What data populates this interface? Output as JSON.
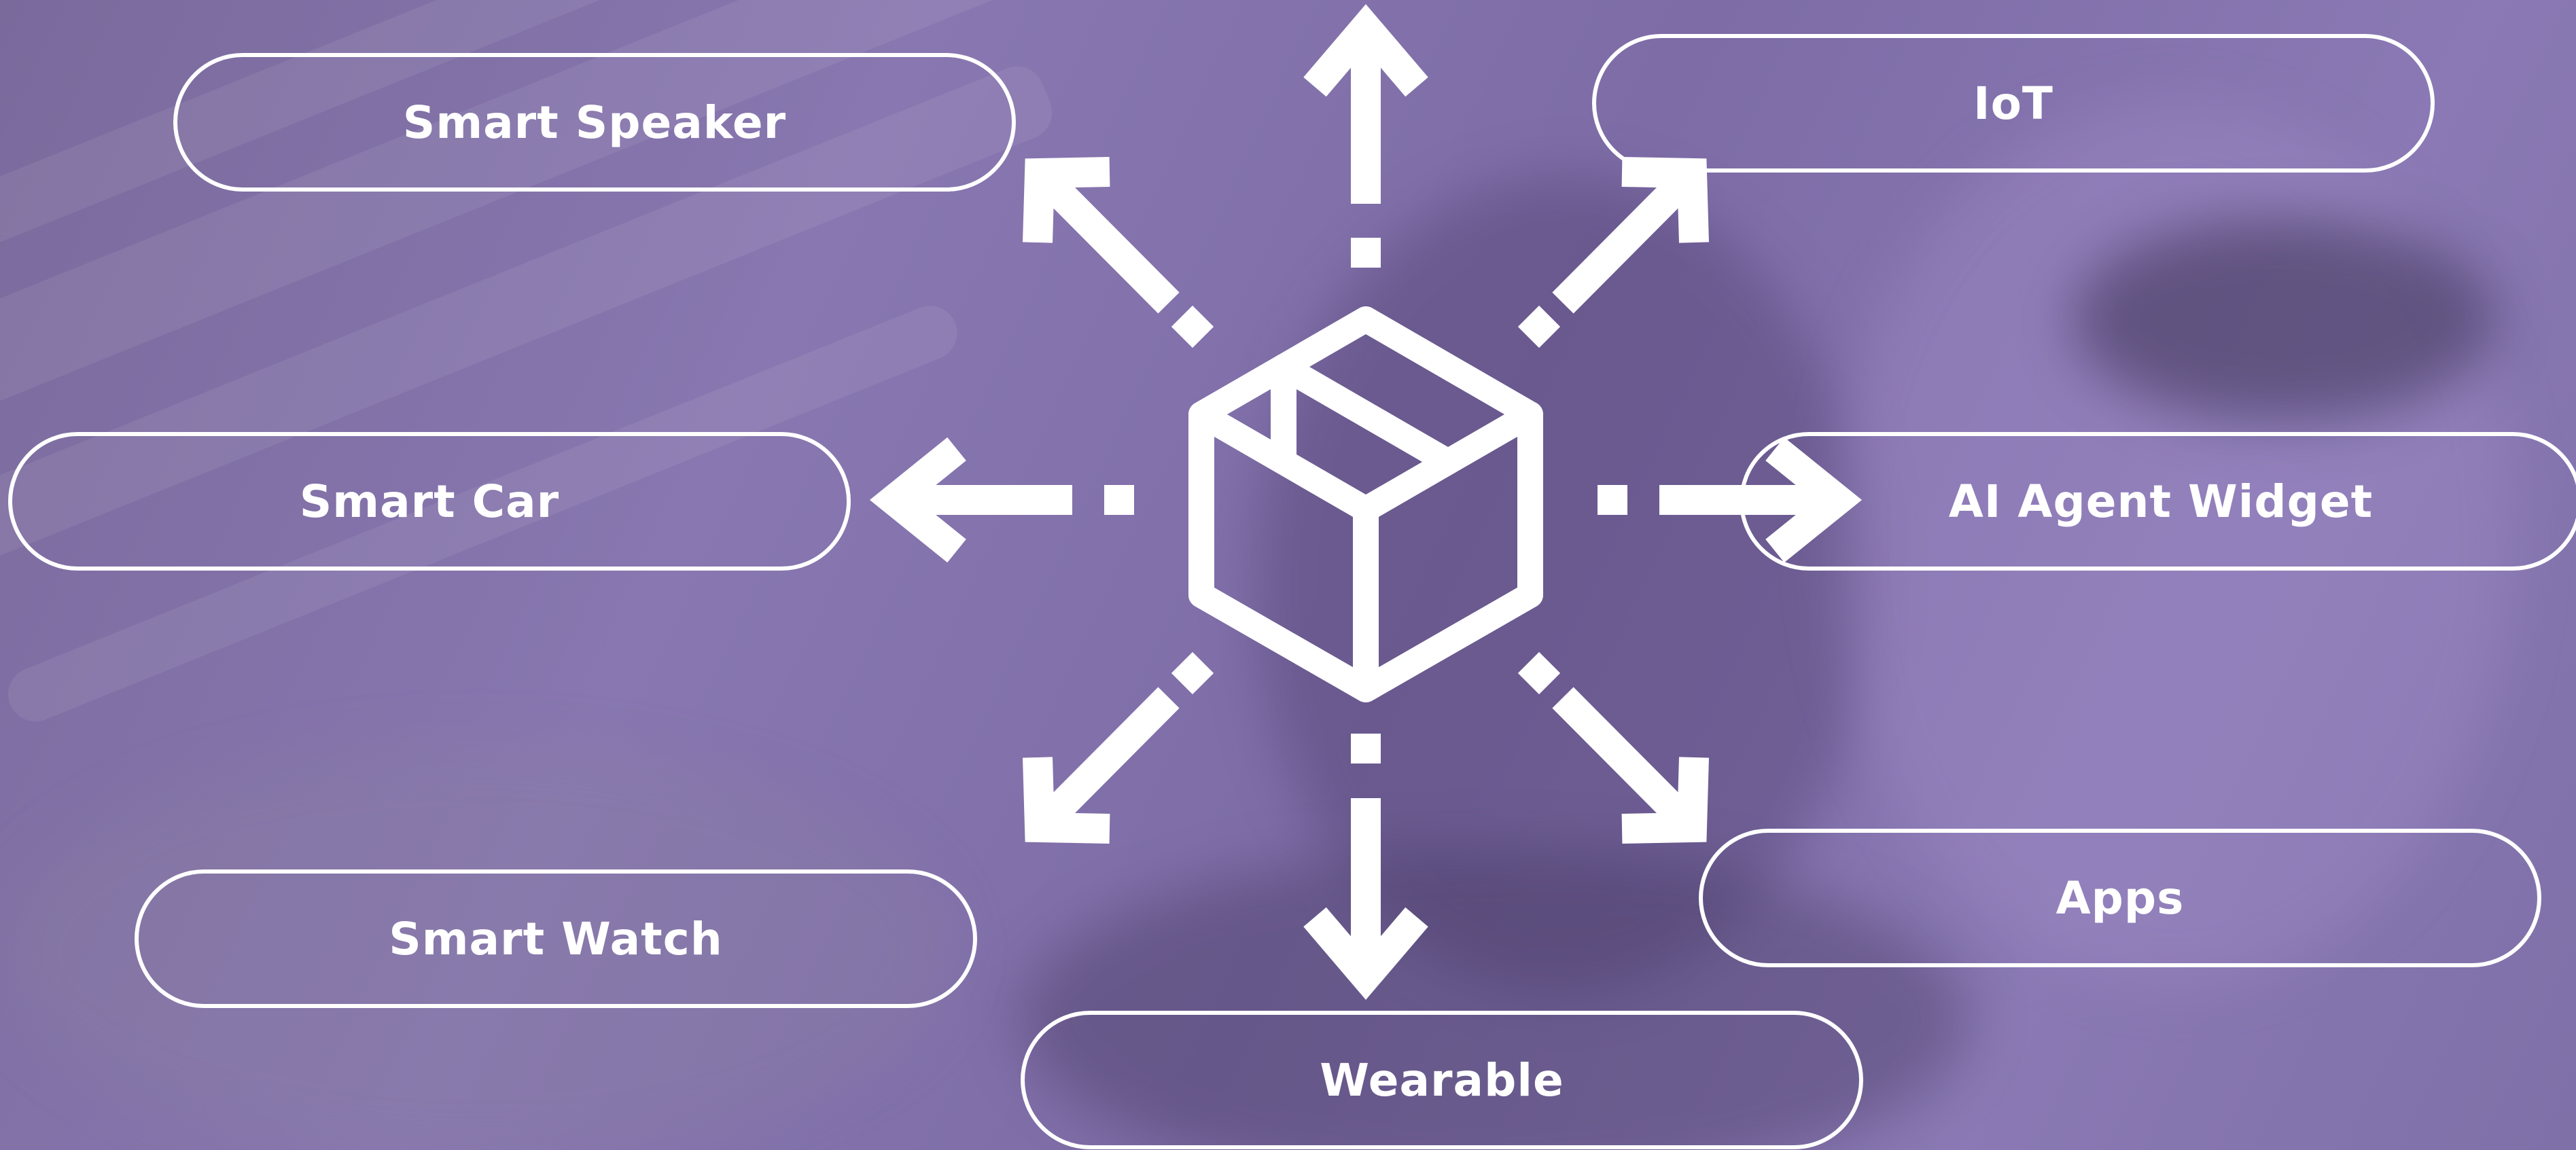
{
  "diagram": {
    "center_icon": "box-icon",
    "connector": "dashed-arrow",
    "colors": {
      "background": "#8574ad",
      "foreground": "#ffffff"
    },
    "nodes": {
      "smart_speaker": "Smart Speaker",
      "iot": "IoT",
      "smart_car": "Smart Car",
      "ai_agent_widget": "AI Agent Widget",
      "smart_watch": "Smart Watch",
      "apps": "Apps",
      "wearable": "Wearable"
    }
  }
}
